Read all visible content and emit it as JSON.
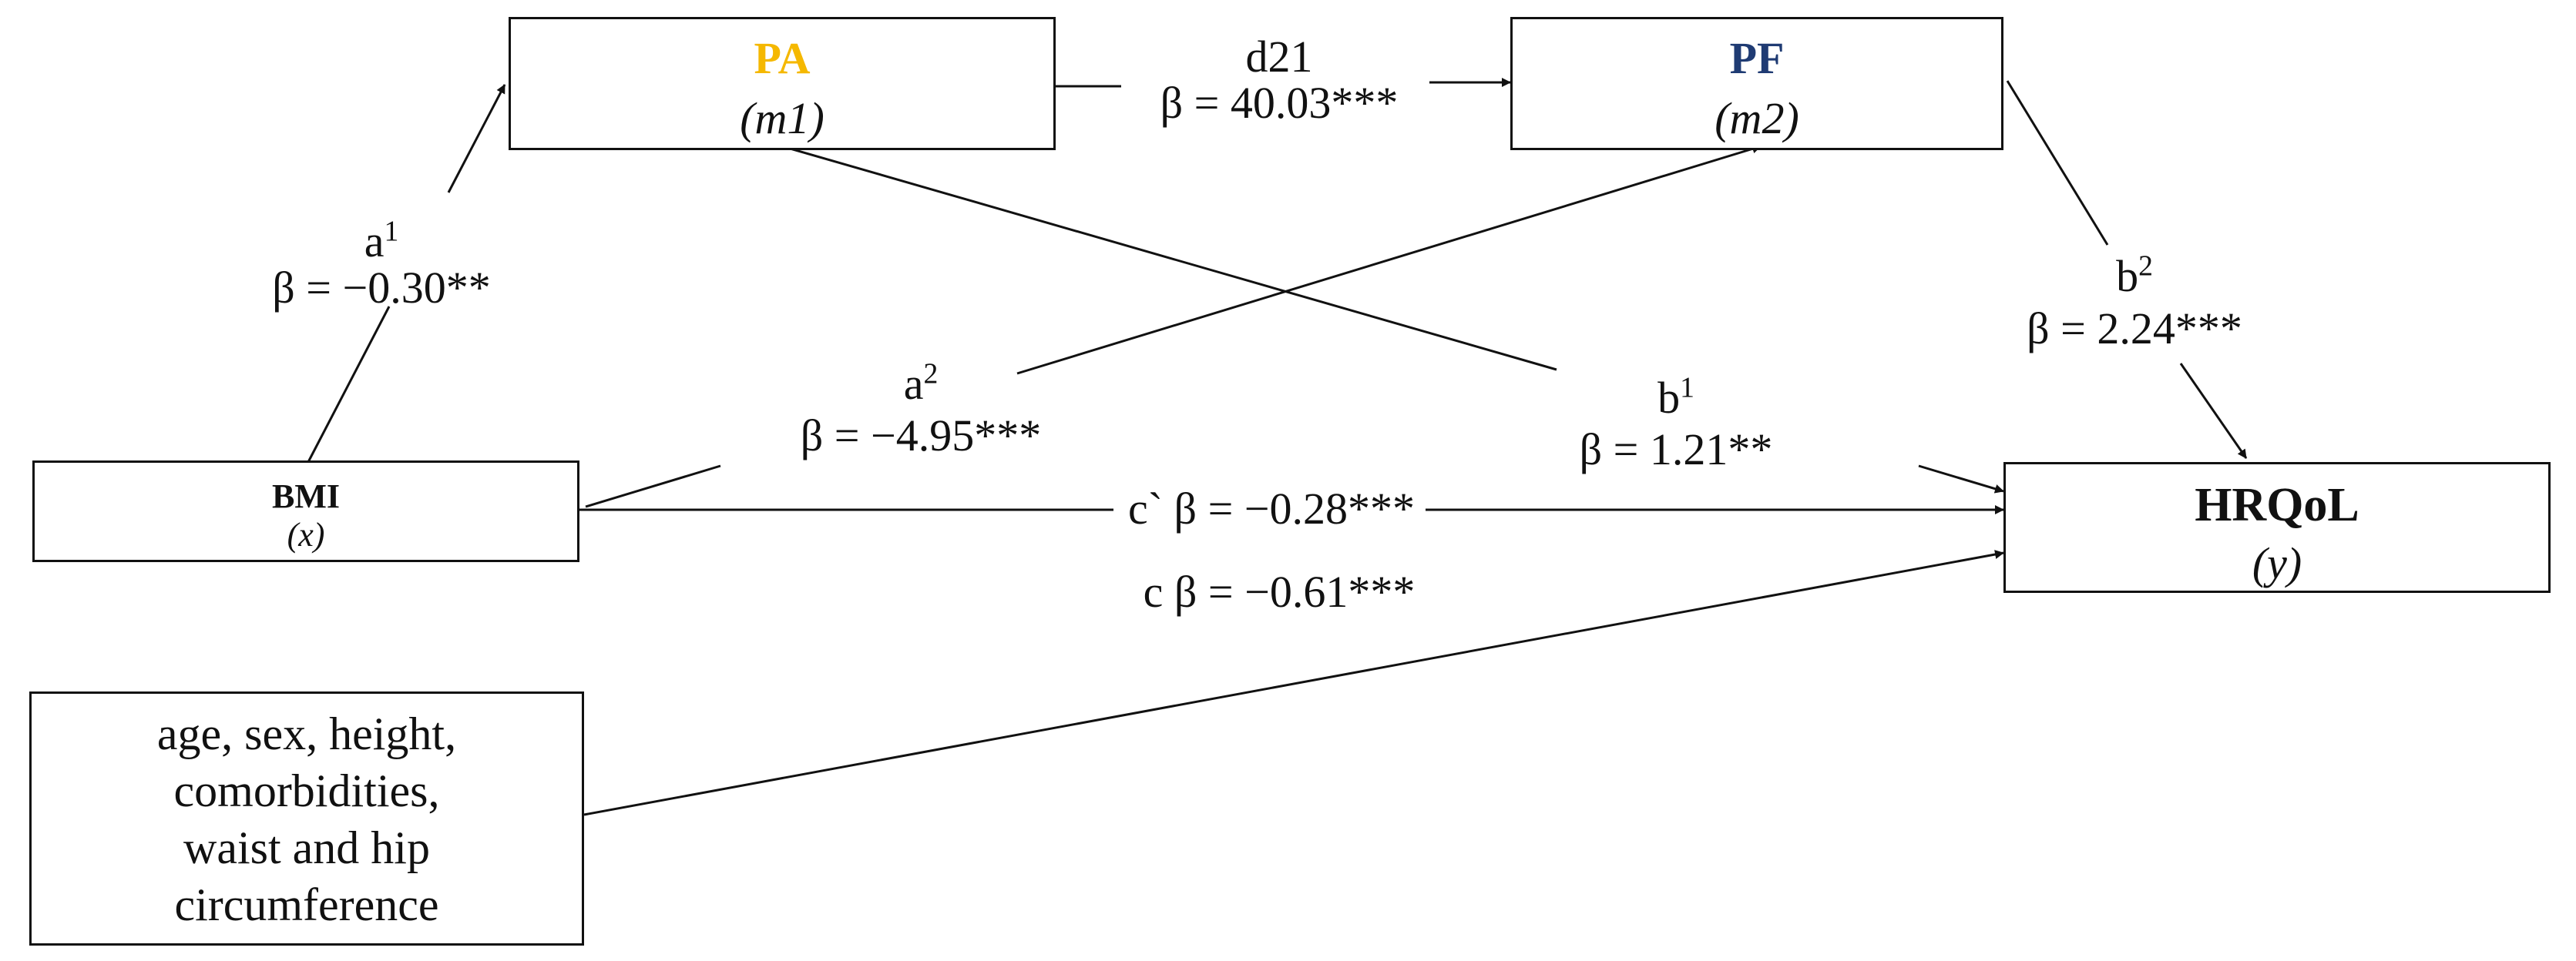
{
  "colors": {
    "pa": "#f5b800",
    "pf": "#1f3b73",
    "line": "#111111"
  },
  "nodes": {
    "pa": {
      "title": "PA",
      "subtitle": "(m1)"
    },
    "pf": {
      "title": "PF",
      "subtitle": "(m2)"
    },
    "bmi": {
      "title": "BMI",
      "subtitle": "(x)"
    },
    "hrqol": {
      "title": "HRQoL",
      "subtitle": "(y)"
    },
    "covariates": {
      "lines": [
        "age, sex, height,",
        "comorbidities,",
        "waist and hip",
        "circumference"
      ]
    }
  },
  "paths": {
    "a1": {
      "name": "a",
      "sup": "1",
      "coef": "β = −0.30**"
    },
    "a2": {
      "name": "a",
      "sup": "2",
      "coef": "β = −4.95***"
    },
    "d21": {
      "name": "d21",
      "coef": "β = 40.03***"
    },
    "b1": {
      "name": "b",
      "sup": "1",
      "coef": "β = 1.21**"
    },
    "b2": {
      "name": "b",
      "sup": "2",
      "coef": "β = 2.24***"
    },
    "c_prime": {
      "text": "c` β = −0.28***"
    },
    "c": {
      "text": "c  β = −0.61***"
    }
  }
}
